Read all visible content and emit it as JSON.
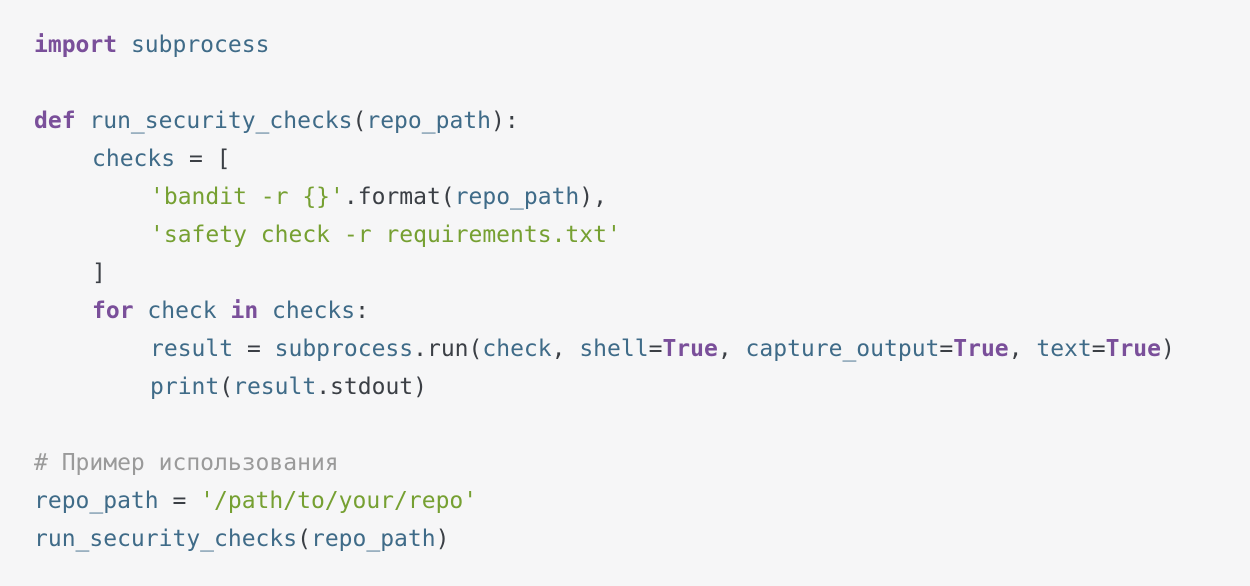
{
  "code": {
    "l1": {
      "t1": "import",
      "t2": " subprocess"
    },
    "l3": {
      "t1": "def",
      "t2": " run_security_checks",
      "t3": "(",
      "t4": "repo_path",
      "t5": "):"
    },
    "l4": {
      "t1": "checks",
      "t2": " = ["
    },
    "l5": {
      "t1": "'bandit -r {}'",
      "t2": ".format(",
      "t3": "repo_path",
      "t4": "),"
    },
    "l6": {
      "t1": "'safety check -r requirements.txt'"
    },
    "l7": {
      "t1": "]"
    },
    "l8": {
      "t1": "for",
      "t2": " check ",
      "t3": "in",
      "t4": " checks",
      "t5": ":"
    },
    "l9": {
      "t1": "result",
      "t2": " = ",
      "t3": "subprocess",
      "t4": ".run(",
      "t5": "check",
      "t6": ", ",
      "t7": "shell",
      "t8": "=",
      "t9": "True",
      "t10": ", ",
      "t11": "capture_output",
      "t12": "=",
      "t13": "True",
      "t14": ", ",
      "t15": "text",
      "t16": "=",
      "t17": "True",
      "t18": ")"
    },
    "l10": {
      "t1": "print",
      "t2": "(",
      "t3": "result",
      "t4": ".stdout)"
    },
    "l12": {
      "t1": "# Пример использования"
    },
    "l13": {
      "t1": "repo_path",
      "t2": " = ",
      "t3": "'/path/to/your/repo'"
    },
    "l14": {
      "t1": "run_security_checks",
      "t2": "(",
      "t3": "repo_path",
      "t4": ")"
    }
  }
}
